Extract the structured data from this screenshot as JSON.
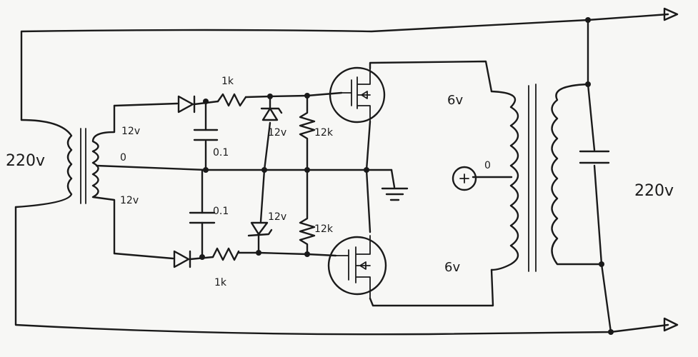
{
  "labels": {
    "input_voltage": "220v",
    "output_voltage": "220v",
    "sec_top": "12v",
    "sec_center": "0",
    "sec_bottom": "12v",
    "res_top": "1k",
    "res_bottom": "1k",
    "cap_top": "0.1",
    "cap_bottom": "0.1",
    "zener_top": "12v",
    "zener_bottom": "12v",
    "bias_top": "12k",
    "bias_bottom": "12k",
    "winding_top": "6v",
    "winding_bottom": "6v",
    "batt_zero": "0"
  },
  "colors": {
    "ink": "#1a1a1a",
    "paper": "#f7f7f5"
  }
}
